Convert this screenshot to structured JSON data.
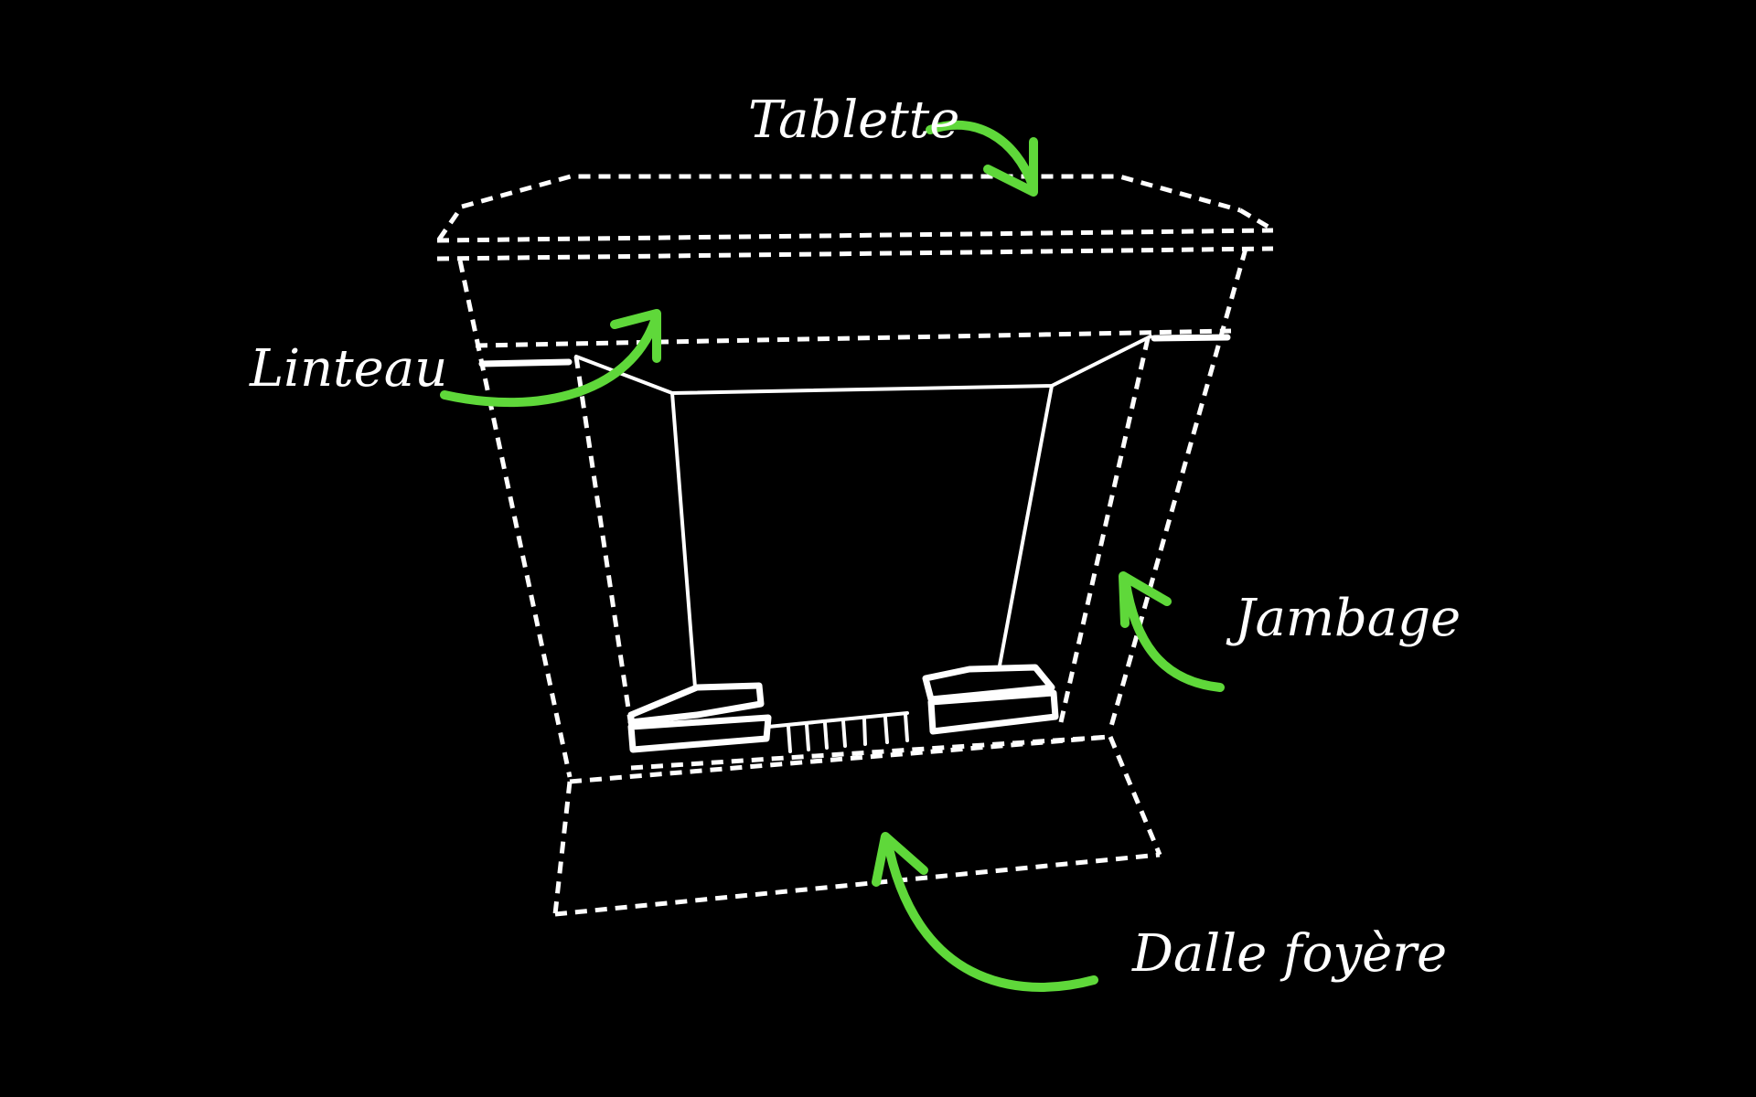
{
  "labels": {
    "tablette": "Tablette",
    "linteau": "Linteau",
    "jambage": "Jambage",
    "dalle": "Dalle foyère"
  },
  "colors": {
    "background": "#000000",
    "line": "#ffffff",
    "arrow": "#5fd83a"
  }
}
